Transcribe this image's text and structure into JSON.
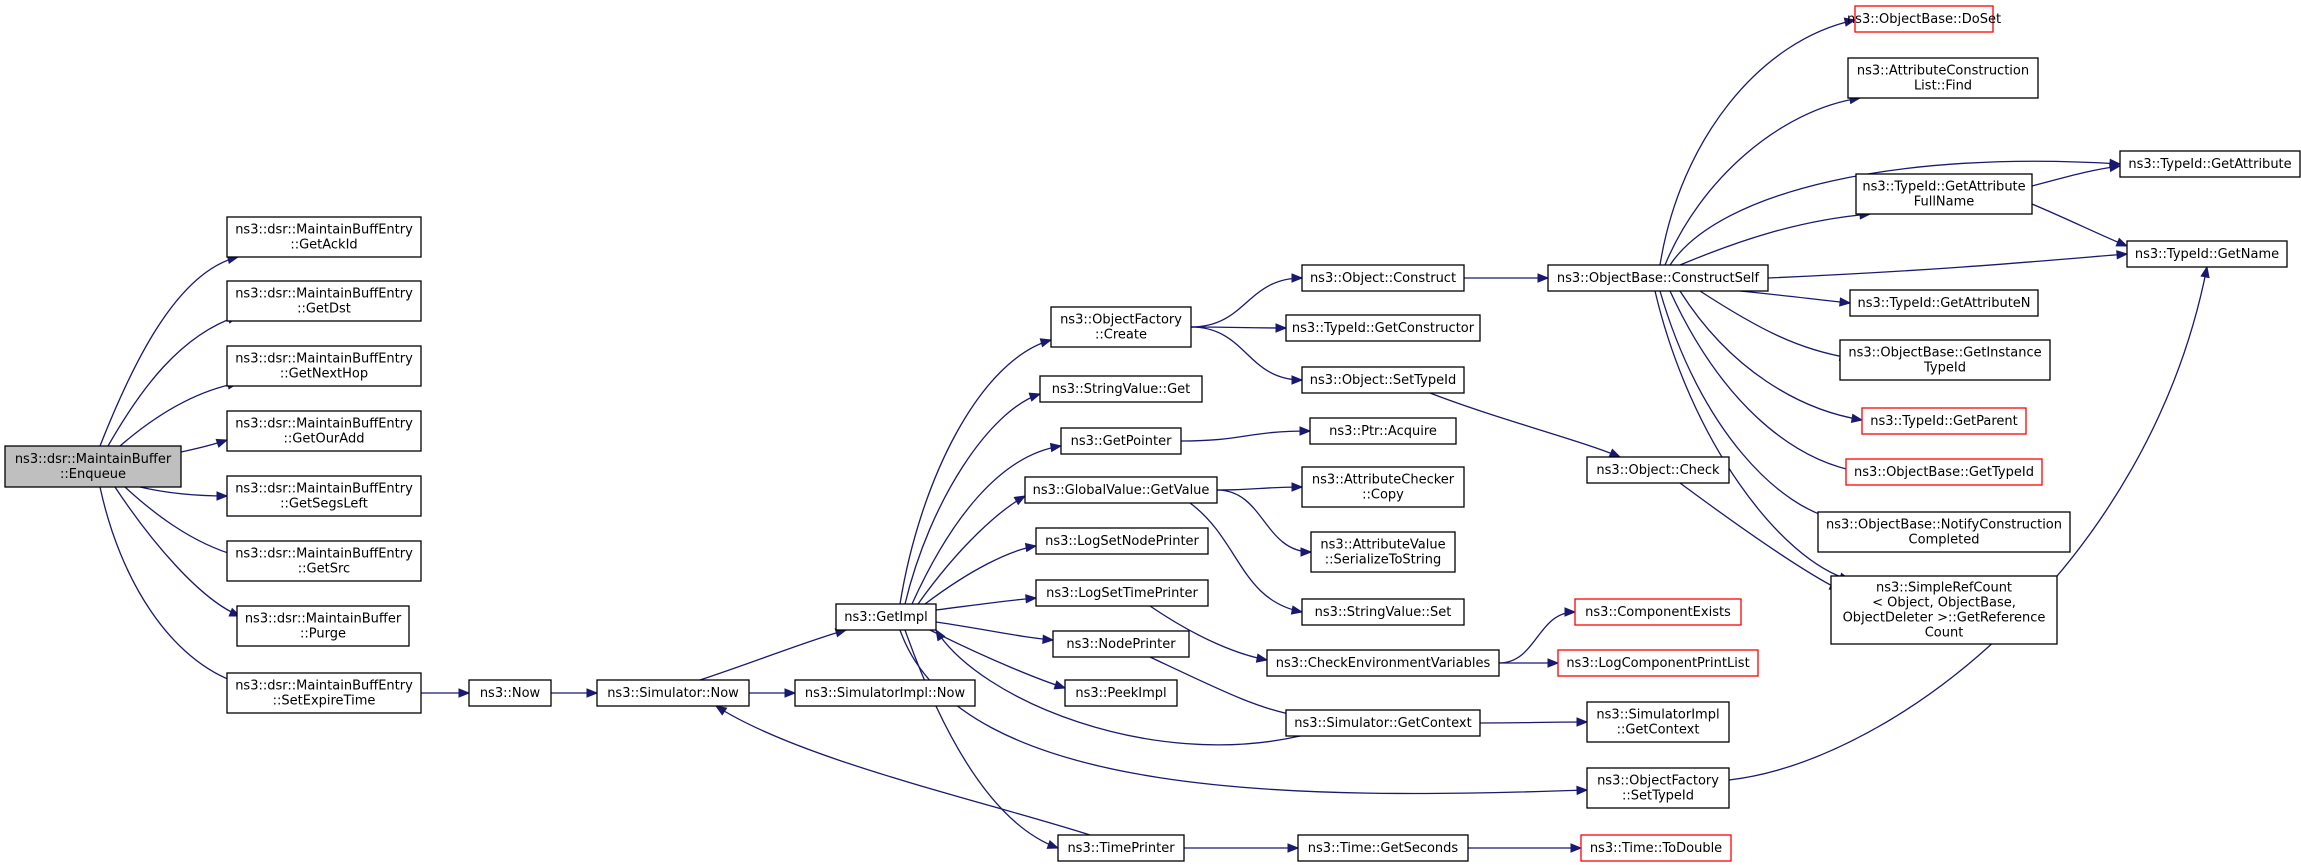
{
  "nodes": [
    {
      "id": "enqueue",
      "lines": [
        "ns3::dsr::MaintainBuffer",
        "::Enqueue"
      ],
      "style": "root"
    },
    {
      "id": "getackid",
      "lines": [
        "ns3::dsr::MaintainBuffEntry",
        "::GetAckId"
      ],
      "style": "normal"
    },
    {
      "id": "getdst",
      "lines": [
        "ns3::dsr::MaintainBuffEntry",
        "::GetDst"
      ],
      "style": "normal"
    },
    {
      "id": "getnexthop",
      "lines": [
        "ns3::dsr::MaintainBuffEntry",
        "::GetNextHop"
      ],
      "style": "normal"
    },
    {
      "id": "getouradd",
      "lines": [
        "ns3::dsr::MaintainBuffEntry",
        "::GetOurAdd"
      ],
      "style": "normal"
    },
    {
      "id": "getsegsleft",
      "lines": [
        "ns3::dsr::MaintainBuffEntry",
        "::GetSegsLeft"
      ],
      "style": "normal"
    },
    {
      "id": "getsrc",
      "lines": [
        "ns3::dsr::MaintainBuffEntry",
        "::GetSrc"
      ],
      "style": "normal"
    },
    {
      "id": "purge",
      "lines": [
        "ns3::dsr::MaintainBuffer",
        "::Purge"
      ],
      "style": "normal"
    },
    {
      "id": "setexpire",
      "lines": [
        "ns3::dsr::MaintainBuffEntry",
        "::SetExpireTime"
      ],
      "style": "normal"
    },
    {
      "id": "now",
      "lines": [
        "ns3::Now"
      ],
      "style": "normal"
    },
    {
      "id": "simnow",
      "lines": [
        "ns3::Simulator::Now"
      ],
      "style": "normal"
    },
    {
      "id": "simimplnow",
      "lines": [
        "ns3::SimulatorImpl::Now"
      ],
      "style": "normal"
    },
    {
      "id": "getimpl",
      "lines": [
        "ns3::GetImpl"
      ],
      "style": "normal"
    },
    {
      "id": "ofcreate",
      "lines": [
        "ns3::ObjectFactory",
        "::Create"
      ],
      "style": "normal"
    },
    {
      "id": "svget",
      "lines": [
        "ns3::StringValue::Get"
      ],
      "style": "normal"
    },
    {
      "id": "getpointer",
      "lines": [
        "ns3::GetPointer"
      ],
      "style": "normal"
    },
    {
      "id": "gvgetvalue",
      "lines": [
        "ns3::GlobalValue::GetValue"
      ],
      "style": "normal"
    },
    {
      "id": "lognode",
      "lines": [
        "ns3::LogSetNodePrinter"
      ],
      "style": "normal"
    },
    {
      "id": "logtime",
      "lines": [
        "ns3::LogSetTimePrinter"
      ],
      "style": "normal"
    },
    {
      "id": "nodeprinter",
      "lines": [
        "ns3::NodePrinter"
      ],
      "style": "normal"
    },
    {
      "id": "peekimpl",
      "lines": [
        "ns3::PeekImpl"
      ],
      "style": "normal"
    },
    {
      "id": "timeprinter",
      "lines": [
        "ns3::TimePrinter"
      ],
      "style": "normal"
    },
    {
      "id": "objconstruct",
      "lines": [
        "ns3::Object::Construct"
      ],
      "style": "normal"
    },
    {
      "id": "tidgetctor",
      "lines": [
        "ns3::TypeId::GetConstructor"
      ],
      "style": "normal"
    },
    {
      "id": "objsettypeid",
      "lines": [
        "ns3::Object::SetTypeId"
      ],
      "style": "normal"
    },
    {
      "id": "ptracquire",
      "lines": [
        "ns3::Ptr::Acquire"
      ],
      "style": "normal"
    },
    {
      "id": "accopy",
      "lines": [
        "ns3::AttributeChecker",
        "::Copy"
      ],
      "style": "normal"
    },
    {
      "id": "avser",
      "lines": [
        "ns3::AttributeValue",
        "::SerializeToString"
      ],
      "style": "normal"
    },
    {
      "id": "svset",
      "lines": [
        "ns3::StringValue::Set"
      ],
      "style": "normal"
    },
    {
      "id": "checkenv",
      "lines": [
        "ns3::CheckEnvironmentVariables"
      ],
      "style": "normal"
    },
    {
      "id": "simgetctx",
      "lines": [
        "ns3::Simulator::GetContext"
      ],
      "style": "normal"
    },
    {
      "id": "timegetsec",
      "lines": [
        "ns3::Time::GetSeconds"
      ],
      "style": "normal"
    },
    {
      "id": "obconstructself",
      "lines": [
        "ns3::ObjectBase::ConstructSelf"
      ],
      "style": "normal"
    },
    {
      "id": "objcheck",
      "lines": [
        "ns3::Object::Check"
      ],
      "style": "normal"
    },
    {
      "id": "compexists",
      "lines": [
        "ns3::ComponentExists"
      ],
      "style": "red"
    },
    {
      "id": "logcompprint",
      "lines": [
        "ns3::LogComponentPrintList"
      ],
      "style": "red"
    },
    {
      "id": "simimplgetctx",
      "lines": [
        "ns3::SimulatorImpl",
        "::GetContext"
      ],
      "style": "normal"
    },
    {
      "id": "ofsettypeid",
      "lines": [
        "ns3::ObjectFactory",
        "::SetTypeId"
      ],
      "style": "normal"
    },
    {
      "id": "timetodouble",
      "lines": [
        "ns3::Time::ToDouble"
      ],
      "style": "red"
    },
    {
      "id": "obdoset",
      "lines": [
        "ns3::ObjectBase::DoSet"
      ],
      "style": "red"
    },
    {
      "id": "aclfind",
      "lines": [
        "ns3::AttributeConstruction",
        "List::Find"
      ],
      "style": "normal"
    },
    {
      "id": "tidgetattrfull",
      "lines": [
        "ns3::TypeId::GetAttribute",
        "FullName"
      ],
      "style": "normal"
    },
    {
      "id": "tidgetattrn",
      "lines": [
        "ns3::TypeId::GetAttributeN"
      ],
      "style": "normal"
    },
    {
      "id": "obgetinst",
      "lines": [
        "ns3::ObjectBase::GetInstance",
        "TypeId"
      ],
      "style": "normal"
    },
    {
      "id": "tidgetparent",
      "lines": [
        "ns3::TypeId::GetParent"
      ],
      "style": "red"
    },
    {
      "id": "obgettypeid",
      "lines": [
        "ns3::ObjectBase::GetTypeId"
      ],
      "style": "red"
    },
    {
      "id": "obnotify",
      "lines": [
        "ns3::ObjectBase::NotifyConstruction",
        "Completed"
      ],
      "style": "normal"
    },
    {
      "id": "simplerefcount",
      "lines": [
        "ns3::SimpleRefCount",
        "< Object, ObjectBase,",
        " ObjectDeleter >::GetReference",
        "Count"
      ],
      "style": "normal"
    },
    {
      "id": "tidgetattr",
      "lines": [
        "ns3::TypeId::GetAttribute"
      ],
      "style": "normal"
    },
    {
      "id": "tidgetname",
      "lines": [
        "ns3::TypeId::GetName"
      ],
      "style": "normal"
    }
  ],
  "edges": [
    [
      "enqueue",
      "getackid"
    ],
    [
      "enqueue",
      "getdst"
    ],
    [
      "enqueue",
      "getnexthop"
    ],
    [
      "enqueue",
      "getouradd"
    ],
    [
      "enqueue",
      "getsegsleft"
    ],
    [
      "enqueue",
      "getsrc"
    ],
    [
      "enqueue",
      "purge"
    ],
    [
      "enqueue",
      "setexpire"
    ],
    [
      "setexpire",
      "now"
    ],
    [
      "now",
      "simnow"
    ],
    [
      "simnow",
      "getimpl"
    ],
    [
      "simnow",
      "simimplnow"
    ],
    [
      "getimpl",
      "ofcreate"
    ],
    [
      "getimpl",
      "svget"
    ],
    [
      "getimpl",
      "getpointer"
    ],
    [
      "getimpl",
      "gvgetvalue"
    ],
    [
      "getimpl",
      "lognode"
    ],
    [
      "getimpl",
      "logtime"
    ],
    [
      "getimpl",
      "nodeprinter"
    ],
    [
      "getimpl",
      "peekimpl"
    ],
    [
      "getimpl",
      "timeprinter"
    ],
    [
      "getimpl",
      "ofsettypeid"
    ],
    [
      "ofcreate",
      "objconstruct"
    ],
    [
      "ofcreate",
      "tidgetctor"
    ],
    [
      "ofcreate",
      "objsettypeid"
    ],
    [
      "getpointer",
      "ptracquire"
    ],
    [
      "gvgetvalue",
      "accopy"
    ],
    [
      "gvgetvalue",
      "avser"
    ],
    [
      "gvgetvalue",
      "svset"
    ],
    [
      "logtime",
      "checkenv"
    ],
    [
      "nodeprinter",
      "simgetctx"
    ],
    [
      "simgetctx",
      "getimpl"
    ],
    [
      "simgetctx",
      "simimplgetctx"
    ],
    [
      "timeprinter",
      "simnow"
    ],
    [
      "timeprinter",
      "timegetsec"
    ],
    [
      "timegetsec",
      "timetodouble"
    ],
    [
      "objconstruct",
      "obconstructself"
    ],
    [
      "objsettypeid",
      "objcheck"
    ],
    [
      "objcheck",
      "simplerefcount"
    ],
    [
      "checkenv",
      "compexists"
    ],
    [
      "checkenv",
      "logcompprint"
    ],
    [
      "obconstructself",
      "obdoset"
    ],
    [
      "obconstructself",
      "aclfind"
    ],
    [
      "obconstructself",
      "tidgetattr"
    ],
    [
      "obconstructself",
      "tidgetattrfull"
    ],
    [
      "obconstructself",
      "tidgetname"
    ],
    [
      "obconstructself",
      "tidgetattrn"
    ],
    [
      "obconstructself",
      "obgetinst"
    ],
    [
      "obconstructself",
      "tidgetparent"
    ],
    [
      "obconstructself",
      "obgettypeid"
    ],
    [
      "obconstructself",
      "obnotify"
    ],
    [
      "obconstructself",
      "simplerefcount"
    ],
    [
      "tidgetattrfull",
      "tidgetattr"
    ],
    [
      "tidgetattrfull",
      "tidgetname"
    ],
    [
      "ofsettypeid",
      "tidgetname"
    ]
  ],
  "colors": {
    "edge": "#191970",
    "missing_border": "#ff0000",
    "root_fill": "#bfbfbf"
  }
}
